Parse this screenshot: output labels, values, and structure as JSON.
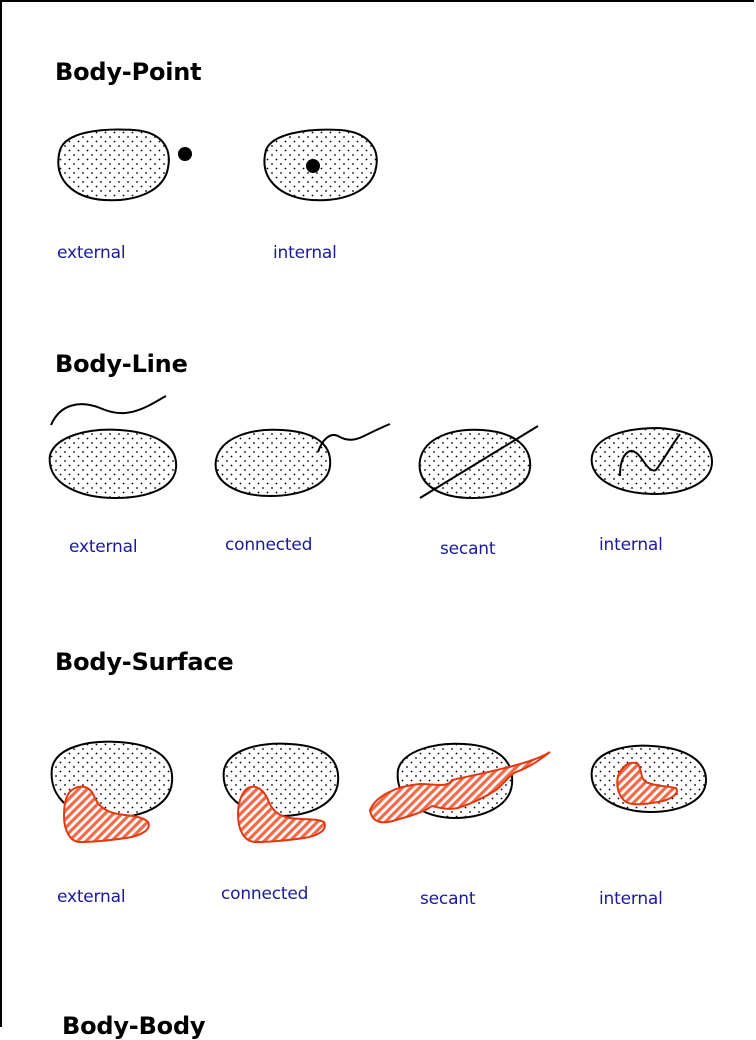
{
  "colors": {
    "border": "#000000",
    "heading": "#000000",
    "label": "#1a1a9a",
    "surface_fill": "#f26a48",
    "surface_stroke": "#e03a14"
  },
  "sections": [
    {
      "title": "Body-Point",
      "labels": [
        "external",
        "internal"
      ]
    },
    {
      "title": "Body-Line",
      "labels": [
        "external",
        "connected",
        "secant",
        "internal"
      ]
    },
    {
      "title": "Body-Surface",
      "labels": [
        "external",
        "connected",
        "secant",
        "internal"
      ]
    },
    {
      "title": "Body-Body",
      "labels": []
    }
  ]
}
